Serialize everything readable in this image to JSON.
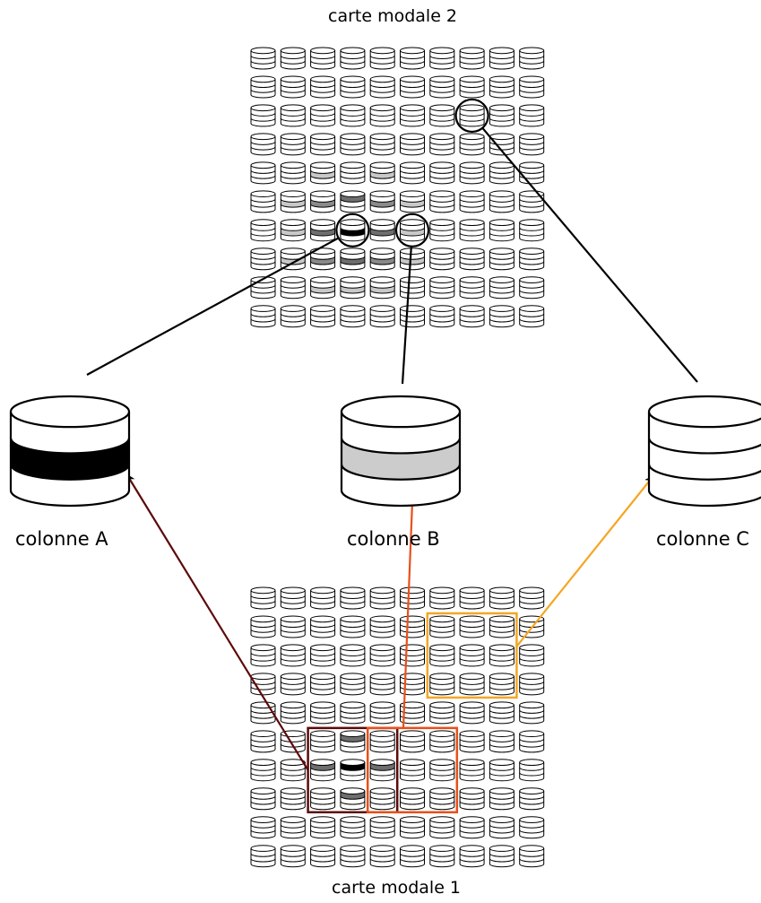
{
  "maps": {
    "map2": {
      "title": "carte modale 2",
      "rows": 10,
      "cols": 10,
      "layers": 3,
      "highlight_cells": [
        {
          "row": 4,
          "col": 2,
          "layer": 1,
          "tone": "light"
        },
        {
          "row": 4,
          "col": 4,
          "layer": 1,
          "tone": "light"
        },
        {
          "row": 5,
          "col": 1,
          "layer": 1,
          "tone": "light"
        },
        {
          "row": 5,
          "col": 2,
          "layer": 1,
          "tone": "mid"
        },
        {
          "row": 5,
          "col": 3,
          "layer": 0,
          "tone": "dark"
        },
        {
          "row": 5,
          "col": 4,
          "layer": 1,
          "tone": "mid"
        },
        {
          "row": 5,
          "col": 5,
          "layer": 1,
          "tone": "light"
        },
        {
          "row": 6,
          "col": 1,
          "layer": 1,
          "tone": "light"
        },
        {
          "row": 6,
          "col": 2,
          "layer": 1,
          "tone": "dark"
        },
        {
          "row": 6,
          "col": 3,
          "layer": 1,
          "tone": "black"
        },
        {
          "row": 6,
          "col": 4,
          "layer": 1,
          "tone": "dark"
        },
        {
          "row": 6,
          "col": 5,
          "layer": 1,
          "tone": "light"
        },
        {
          "row": 7,
          "col": 1,
          "layer": 1,
          "tone": "light"
        },
        {
          "row": 7,
          "col": 2,
          "layer": 1,
          "tone": "mid"
        },
        {
          "row": 7,
          "col": 3,
          "layer": 1,
          "tone": "dark"
        },
        {
          "row": 7,
          "col": 4,
          "layer": 1,
          "tone": "mid"
        },
        {
          "row": 7,
          "col": 5,
          "layer": 1,
          "tone": "light"
        },
        {
          "row": 8,
          "col": 2,
          "layer": 1,
          "tone": "light"
        },
        {
          "row": 8,
          "col": 3,
          "layer": 1,
          "tone": "light"
        },
        {
          "row": 8,
          "col": 4,
          "layer": 1,
          "tone": "light"
        }
      ],
      "circled_cells": [
        {
          "row": 2,
          "col": 7,
          "target": "columnC"
        },
        {
          "row": 6,
          "col": 3,
          "target": "columnA"
        },
        {
          "row": 6,
          "col": 5,
          "target": "columnB"
        }
      ]
    },
    "map1": {
      "title": "carte modale 1",
      "rows": 10,
      "cols": 10,
      "layers": 3,
      "highlight_cells": [
        {
          "row": 5,
          "col": 3,
          "layer": 0,
          "tone": "dark"
        },
        {
          "row": 6,
          "col": 2,
          "layer": 0,
          "tone": "dark"
        },
        {
          "row": 6,
          "col": 3,
          "layer": 0,
          "tone": "black"
        },
        {
          "row": 6,
          "col": 4,
          "layer": 0,
          "tone": "dark"
        },
        {
          "row": 7,
          "col": 3,
          "layer": 0,
          "tone": "dark"
        }
      ],
      "boxes": [
        {
          "id": "brown",
          "color": "#5c0a0a",
          "row_from": 5,
          "row_to": 7,
          "col_from": 2,
          "col_to": 4,
          "target": "columnA"
        },
        {
          "id": "red",
          "color": "#e8501a",
          "row_from": 5,
          "row_to": 7,
          "col_from": 4,
          "col_to": 6,
          "target": "columnB"
        },
        {
          "id": "orange",
          "color": "#f5a623",
          "row_from": 1,
          "row_to": 3,
          "col_from": 6,
          "col_to": 8,
          "target": "columnC"
        }
      ]
    }
  },
  "columns": {
    "columnA": {
      "label": "colonne A",
      "band_layer": 1,
      "band_color": "#000000"
    },
    "columnB": {
      "label": "colonne B",
      "band_layer": 1,
      "band_color": "#cccccc"
    },
    "columnC": {
      "label": "colonne C",
      "band_layer": null,
      "band_color": null
    }
  },
  "colors": {
    "outline": "#000000",
    "tone_light": "#c8c8c8",
    "tone_mid": "#8a8a8a",
    "tone_dark": "#6e6e6e",
    "tone_black": "#000000"
  }
}
